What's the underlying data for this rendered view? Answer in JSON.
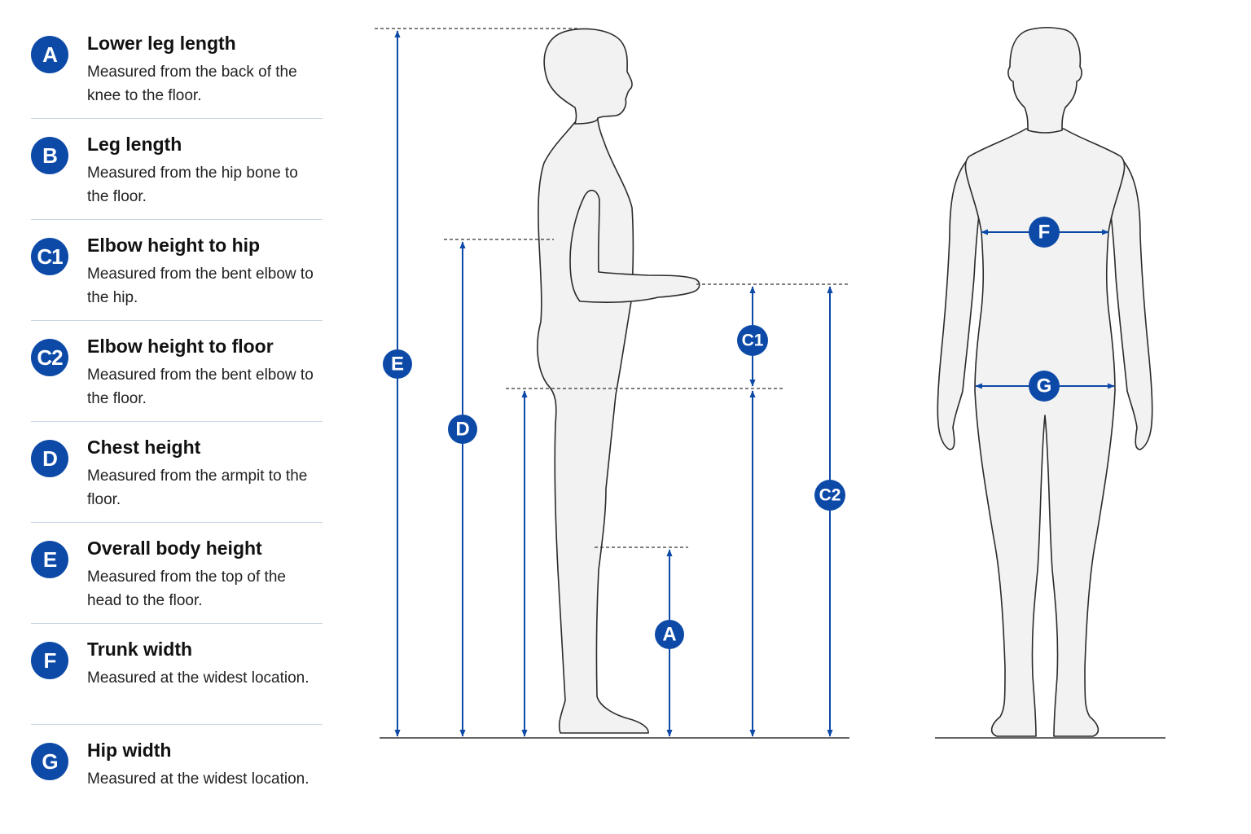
{
  "legend": {
    "items": [
      {
        "code": "A",
        "title": "Lower leg length",
        "desc": "Measured from the back of the knee to the floor."
      },
      {
        "code": "B",
        "title": "Leg length",
        "desc": "Measured from the hip bone to the floor."
      },
      {
        "code": "C1",
        "title": "Elbow height to hip",
        "desc": "Measured from the bent elbow to the hip."
      },
      {
        "code": "C2",
        "title": "Elbow height to floor",
        "desc": "Measured from the bent elbow to the floor."
      },
      {
        "code": "D",
        "title": "Chest height",
        "desc": "Measured from the armpit to the floor."
      },
      {
        "code": "E",
        "title": "Overall body height",
        "desc": "Measured from the top of the head to the floor."
      },
      {
        "code": "F",
        "title": "Trunk width",
        "desc": "Measured at the widest location."
      },
      {
        "code": "G",
        "title": "Hip width",
        "desc": "Measured at the widest location."
      }
    ]
  },
  "markers": {
    "E": "E",
    "D": "D",
    "C1": "C1",
    "C2": "C2",
    "A": "A",
    "F": "F",
    "G": "G"
  },
  "colors": {
    "accent": "#0d4aa8",
    "figure_fill": "#f2f2f2",
    "figure_outline": "#2b2b2b",
    "divider": "#c9d7e6"
  }
}
